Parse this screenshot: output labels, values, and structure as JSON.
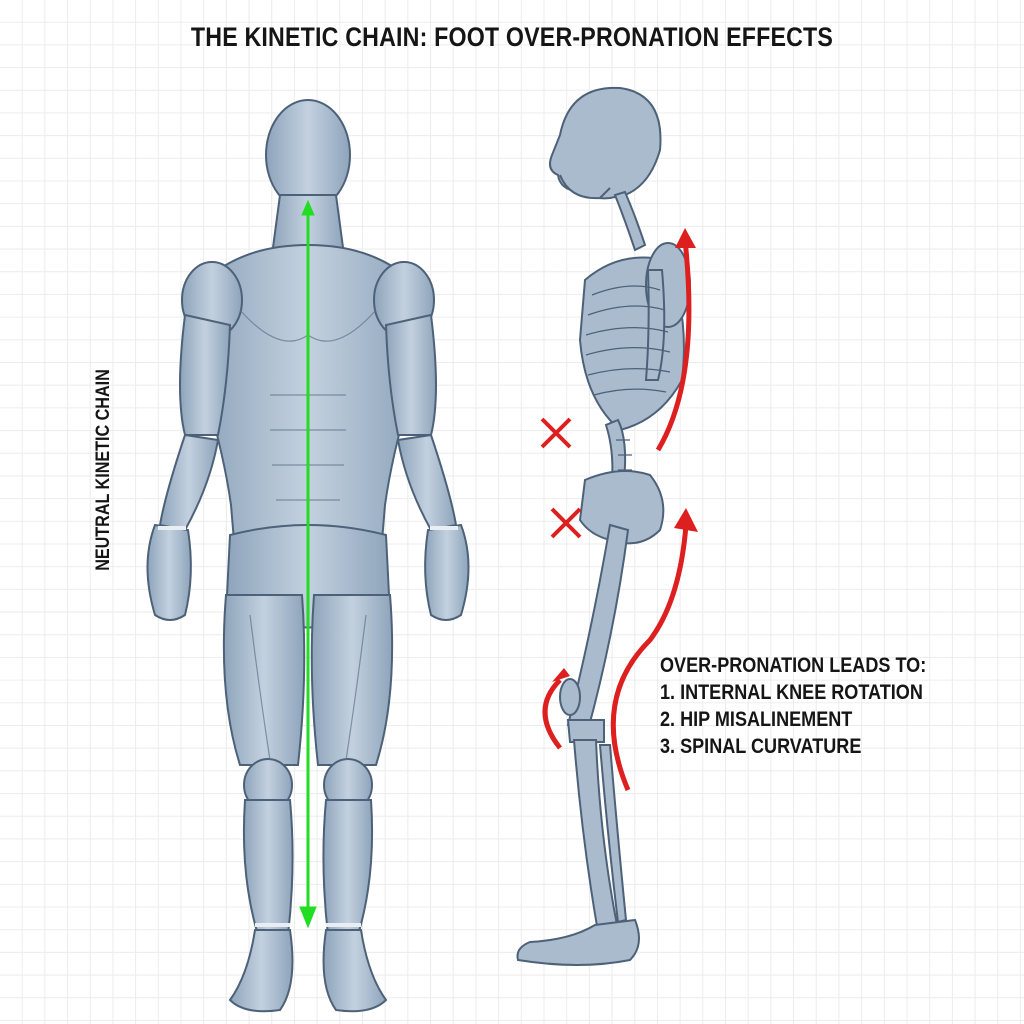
{
  "title": "THE KINETIC CHAIN: FOOT OVER-PRONATION EFFECTS",
  "left_figure": {
    "label": "NEUTRAL KINETIC CHAIN",
    "description": "Anterior muscular anatomy figure with vertical alignment line",
    "alignment_line_color": "#22dd22"
  },
  "right_figure": {
    "description": "Lateral skeleton view showing compensations from over-pronation",
    "arrow_color": "#dd1f1f",
    "x_marks": [
      {
        "location": "lumbar spine",
        "symbol": "✕"
      },
      {
        "location": "hip",
        "symbol": "✕"
      }
    ]
  },
  "annotation": {
    "heading": "OVER-PRONATION LEADS TO:",
    "items": [
      "1. INTERNAL KNEE ROTATION",
      "2. HIP MISALINEMENT",
      "3. SPINAL CURVATURE"
    ]
  },
  "colors": {
    "anatomy_fill": "#9fb3c8",
    "anatomy_stroke": "#4d6178",
    "grid": "#ececec",
    "text": "#151515"
  }
}
